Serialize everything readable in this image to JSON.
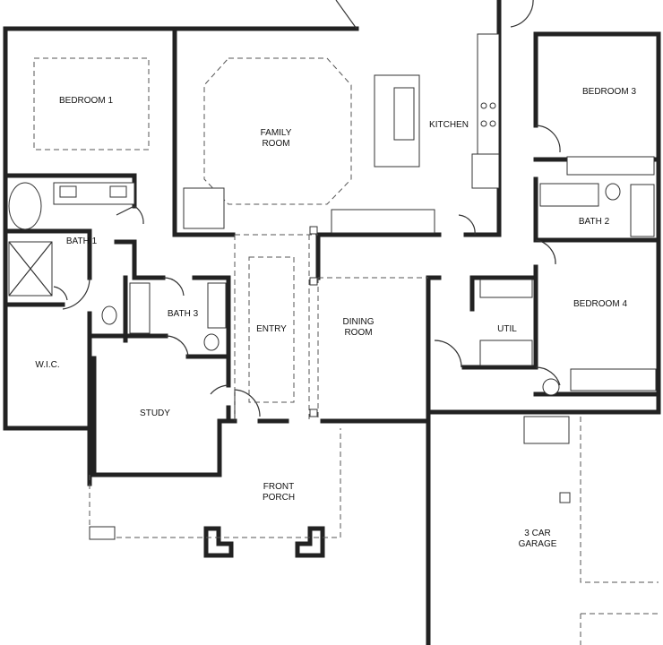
{
  "rooms": {
    "bedroom1": "BEDROOM 1",
    "family_room": "FAMILY\nROOM",
    "kitchen": "KITCHEN",
    "bedroom3": "BEDROOM 3",
    "bath1": "BATH 1",
    "bath2": "BATH 2",
    "bath3": "BATH 3",
    "entry": "ENTRY",
    "dining_room": "DINING\nROOM",
    "util": "UTIL",
    "bedroom4": "BEDROOM 4",
    "wic": "W.I.C.",
    "study": "STUDY",
    "front_porch": "FRONT\nPORCH",
    "garage": "3 CAR\nGARAGE"
  }
}
